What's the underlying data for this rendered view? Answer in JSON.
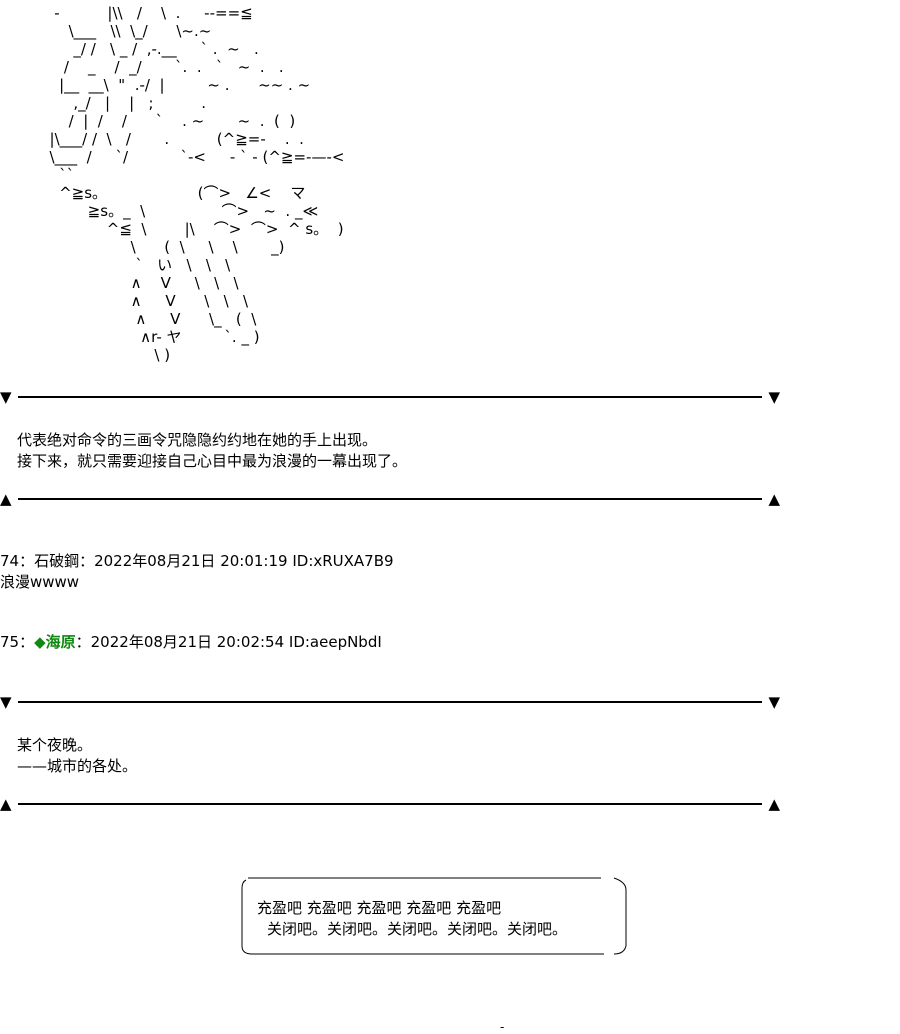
{
  "art": {
    "top_left": "   -          |\\\\   /    \\  .     --==≦\n      \\___   \\\\  \\_/      \\~.~\n       _/ /   \\ _ /  ,-.__     ` .  ~   .       \n     /    _    /  _/       `.  .   `   ~  .   .\n    |__  __\\  \"  .-/  |         ~ .      ~~ . ~\n       ,_/   |    |   ;          .            \n      /  |  /    /      `    . ~       ~  .  (  )\n  |\\___/ /  \\   /       .          (^≧=-    .  .\n  \\___  /     `/           `-<     - ` - (^≧=-—-<\n    ``\n    ^≧s。                   (⌒>   ∠<    マ\n          ≧s。_  \\                ⌒>   ~  . _≪\n              ^≦  \\        |\\    ⌒>  ⌒>  ^ s。  )\n                   \\      (  \\     \\    \\       _)\n                    `   い   \\   \\   \\\n                   ∧    V     \\   \\   \\\n                   ∧     V      \\   \\   \\\n                    ∧     V      \\_   (  \\\n                     ∧r- ヤ         `. _ )\n                        \\ )"
  },
  "narration_1": {
    "line1": "代表绝对命令的三画令咒隐隐约约地在她的手上出现。",
    "line2": "接下来，就只需要迎接自己心目中最为浪漫的一幕出现了。"
  },
  "post_74": {
    "header": "74：石破鋼：2022年08月21日 20:01:19 ID:xRUXA7B9",
    "body": "浪漫wwww"
  },
  "post_75": {
    "number": "75：",
    "name": "◆海原",
    "rest": "：2022年08月21日 20:02:54 ID:aeepNbdI"
  },
  "narration_2": {
    "line1": "某个夜晚。",
    "line2": "——城市的各处。"
  },
  "speech_box": {
    "line1": "充盈吧  充盈吧  充盈吧  充盈吧  充盈吧",
    "line2": "关闭吧。关闭吧。关闭吧。关闭吧。关闭吧。"
  },
  "separator": {
    "down": "▼",
    "up": "▲"
  },
  "page_end_mark": "-"
}
